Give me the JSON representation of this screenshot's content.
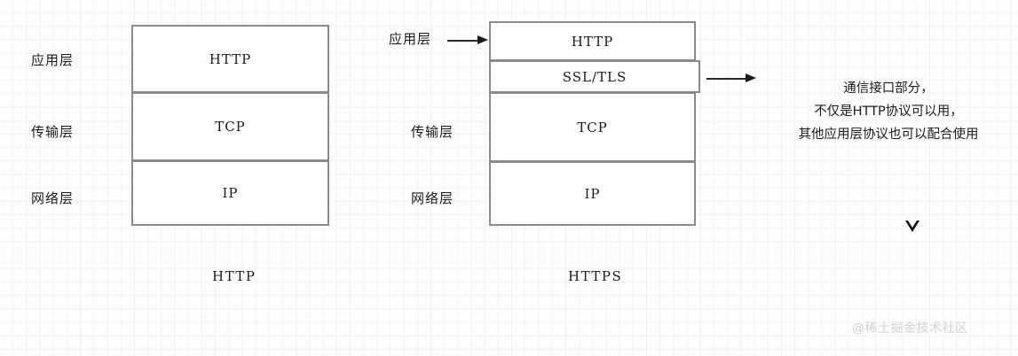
{
  "diagram": {
    "title_left": "HTTP",
    "title_right": "HTTPS",
    "left_stack": {
      "caption": "HTTP",
      "labels": [
        {
          "text": "应用层"
        },
        {
          "text": "传输层"
        },
        {
          "text": "网络层"
        }
      ],
      "layers": [
        {
          "name": "HTTP"
        },
        {
          "name": "TCP"
        },
        {
          "name": "IP"
        }
      ]
    },
    "right_stack": {
      "caption": "HTTPS",
      "labels": [
        {
          "text": "应用层"
        },
        {
          "text": "传输层"
        },
        {
          "text": "网络层"
        }
      ],
      "layers": [
        {
          "name": "HTTP"
        },
        {
          "name": "SSL/TLS"
        },
        {
          "name": "TCP"
        },
        {
          "name": "IP"
        }
      ]
    },
    "annotation": {
      "line1": "通信接口部分，",
      "line2": "不仅是HTTP协议可以用，",
      "line3": "其他应用层协议也可以配合使用"
    },
    "watermark": "@稀土掘金技术社区",
    "colors": {
      "box_border": "#8a8a8a",
      "box_fill": "#ffffff",
      "text": "#1b1b1b",
      "arrow": "#1a1a1a",
      "grid": "#eef0f3",
      "watermark": "#d2d2d2"
    }
  }
}
